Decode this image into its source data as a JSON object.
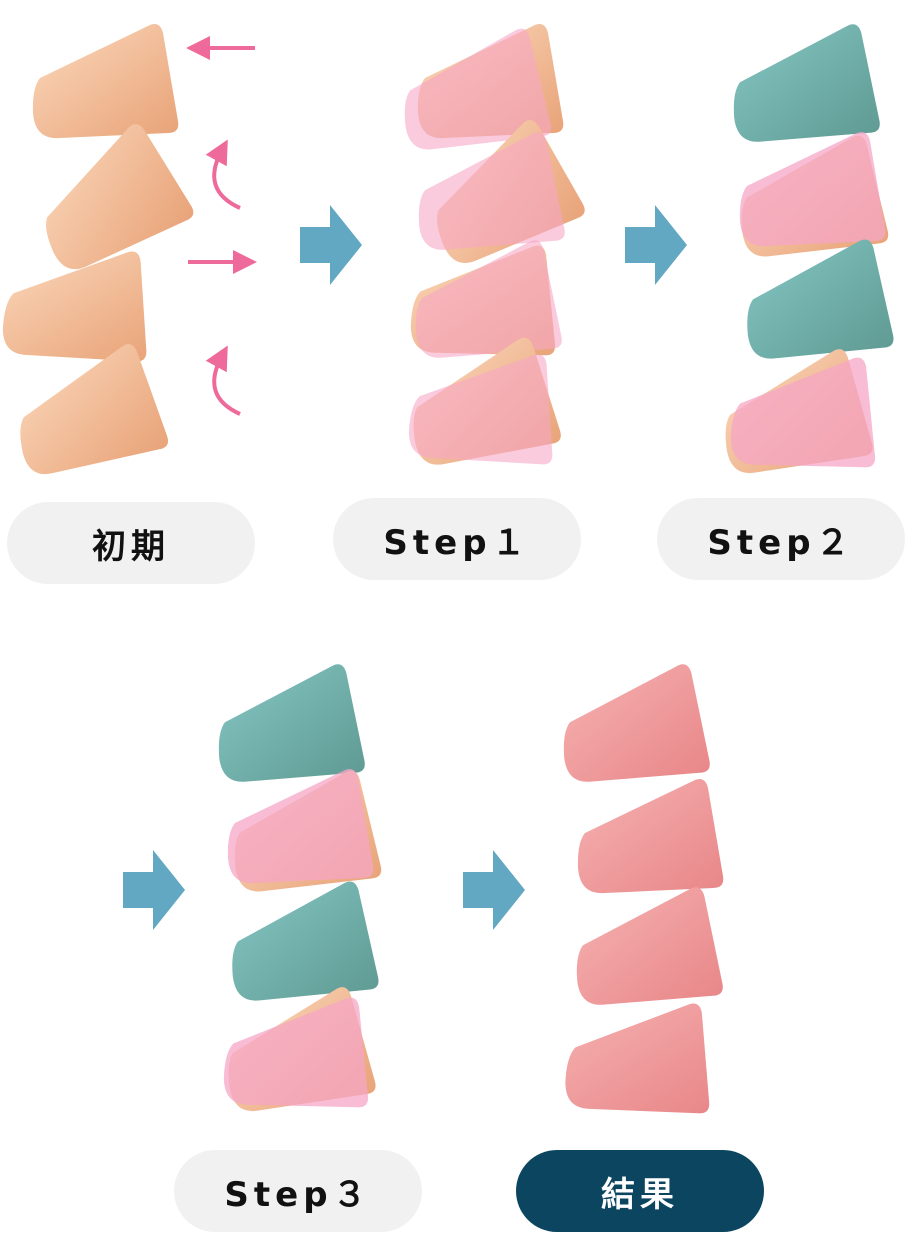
{
  "labels": {
    "initial": "初期",
    "step1": "Step１",
    "step2": "Step２",
    "step3": "Step３",
    "result": "結果"
  },
  "colors": {
    "bone_orange": "#f1b98f",
    "bone_pink": "#f09ea0",
    "bone_teal": "#74b2ae",
    "overlay_pink": "#f6a6c6",
    "arrow_blue": "#63a8c2",
    "force_arrow": "#ee6a9a",
    "result_pill": "#0b4560",
    "pill_gray": "#f1f1f1"
  }
}
